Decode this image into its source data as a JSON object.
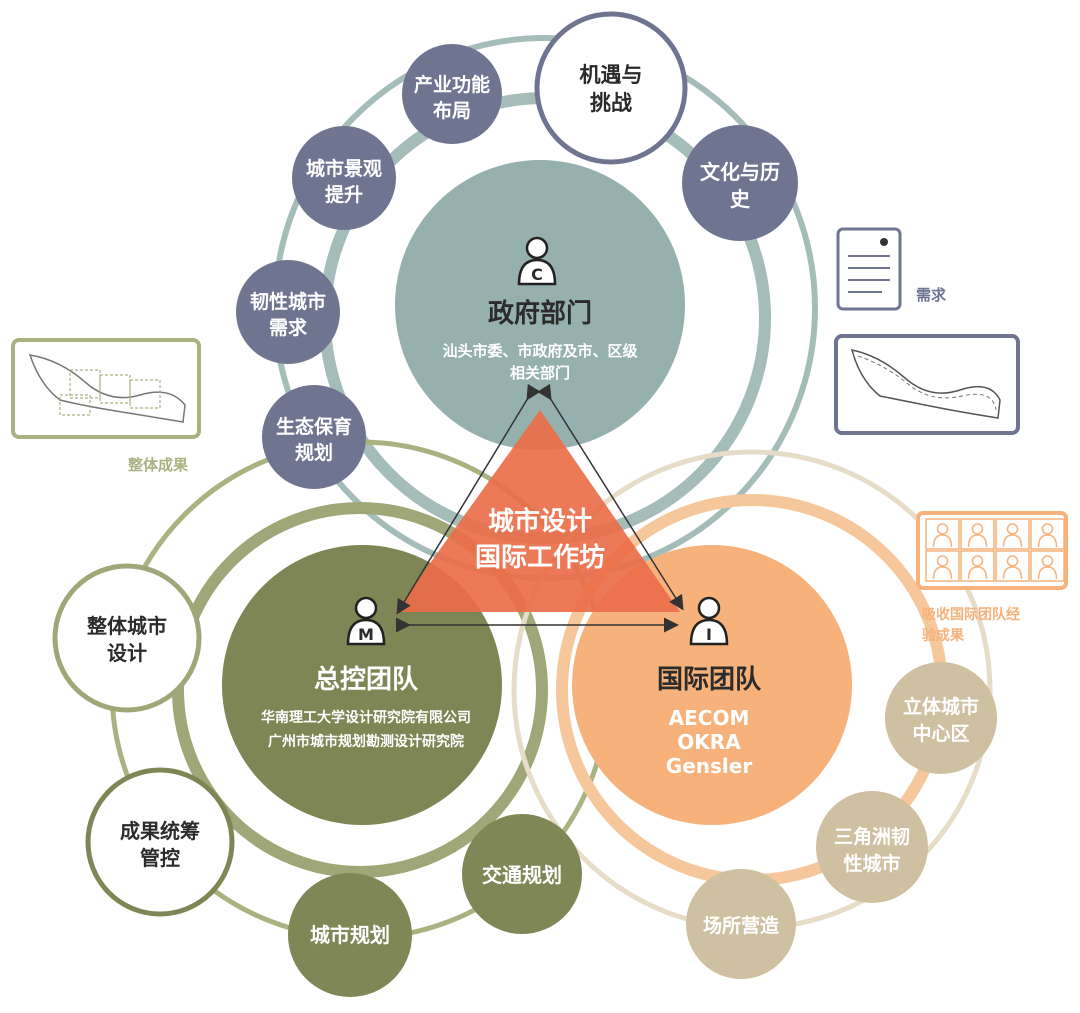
{
  "colors": {
    "gov_ring": "#a4bdb9",
    "gov_fill": "#95b0ad",
    "gov_sat": "#6f7491",
    "gov_sat_outline": "#6f7491",
    "master_ring": "#9fa778",
    "master_fill": "#7d8654",
    "master_sat": "#7f8756",
    "intl_ring": "#f6c79a",
    "intl_fill": "#f6b27a",
    "intl_sat": "#cfc0a1",
    "triangle": "#ea6e4a",
    "panel_blue": "#6f7491",
    "panel_green": "#a9b381",
    "panel_orange": "#f6b27a"
  },
  "center": {
    "title_line1": "城市设计",
    "title_line2": "国际工作坊"
  },
  "government": {
    "badge": "C",
    "title": "政府部门",
    "sub_line1": "汕头市委、市政府及市、区级",
    "sub_line2": "相关部门",
    "satellites": [
      {
        "line1": "产业功能",
        "line2": "布局",
        "style": "filled"
      },
      {
        "line1": "机遇与",
        "line2": "挑战",
        "style": "outline"
      },
      {
        "line1": "城市景观",
        "line2": "提升",
        "style": "filled"
      },
      {
        "line1": "文化与历",
        "line2": "史",
        "style": "filled"
      },
      {
        "line1": "韧性城市",
        "line2": "需求",
        "style": "filled"
      },
      {
        "line1": "生态保育",
        "line2": "规划",
        "style": "filled"
      }
    ]
  },
  "master_team": {
    "badge": "M",
    "title": "总控团队",
    "sub_line1": "华南理工大学设计研究院有限公司",
    "sub_line2": "广州市城市规划勘测设计研究院",
    "satellites": [
      {
        "line1": "整体城市",
        "line2": "设计",
        "style": "outline"
      },
      {
        "line1": "成果统筹",
        "line2": "管控",
        "style": "outline"
      },
      {
        "line1": "城市规划",
        "line2": "",
        "style": "filled"
      },
      {
        "line1": "交通规划",
        "line2": "",
        "style": "filled"
      }
    ]
  },
  "intl_team": {
    "badge": "I",
    "title": "国际团队",
    "members": [
      "AECOM",
      "OKRA",
      "Gensler"
    ],
    "satellites": [
      {
        "line1": "立体城市",
        "line2": "中心区"
      },
      {
        "line1": "三角洲韧",
        "line2": "性城市"
      },
      {
        "line1": "场所营造",
        "line2": ""
      }
    ]
  },
  "side_panels": {
    "demand_label": "需求",
    "overall_label": "整体成果",
    "absorb_line1": "吸收国际团队经",
    "absorb_line2": "验成果"
  }
}
